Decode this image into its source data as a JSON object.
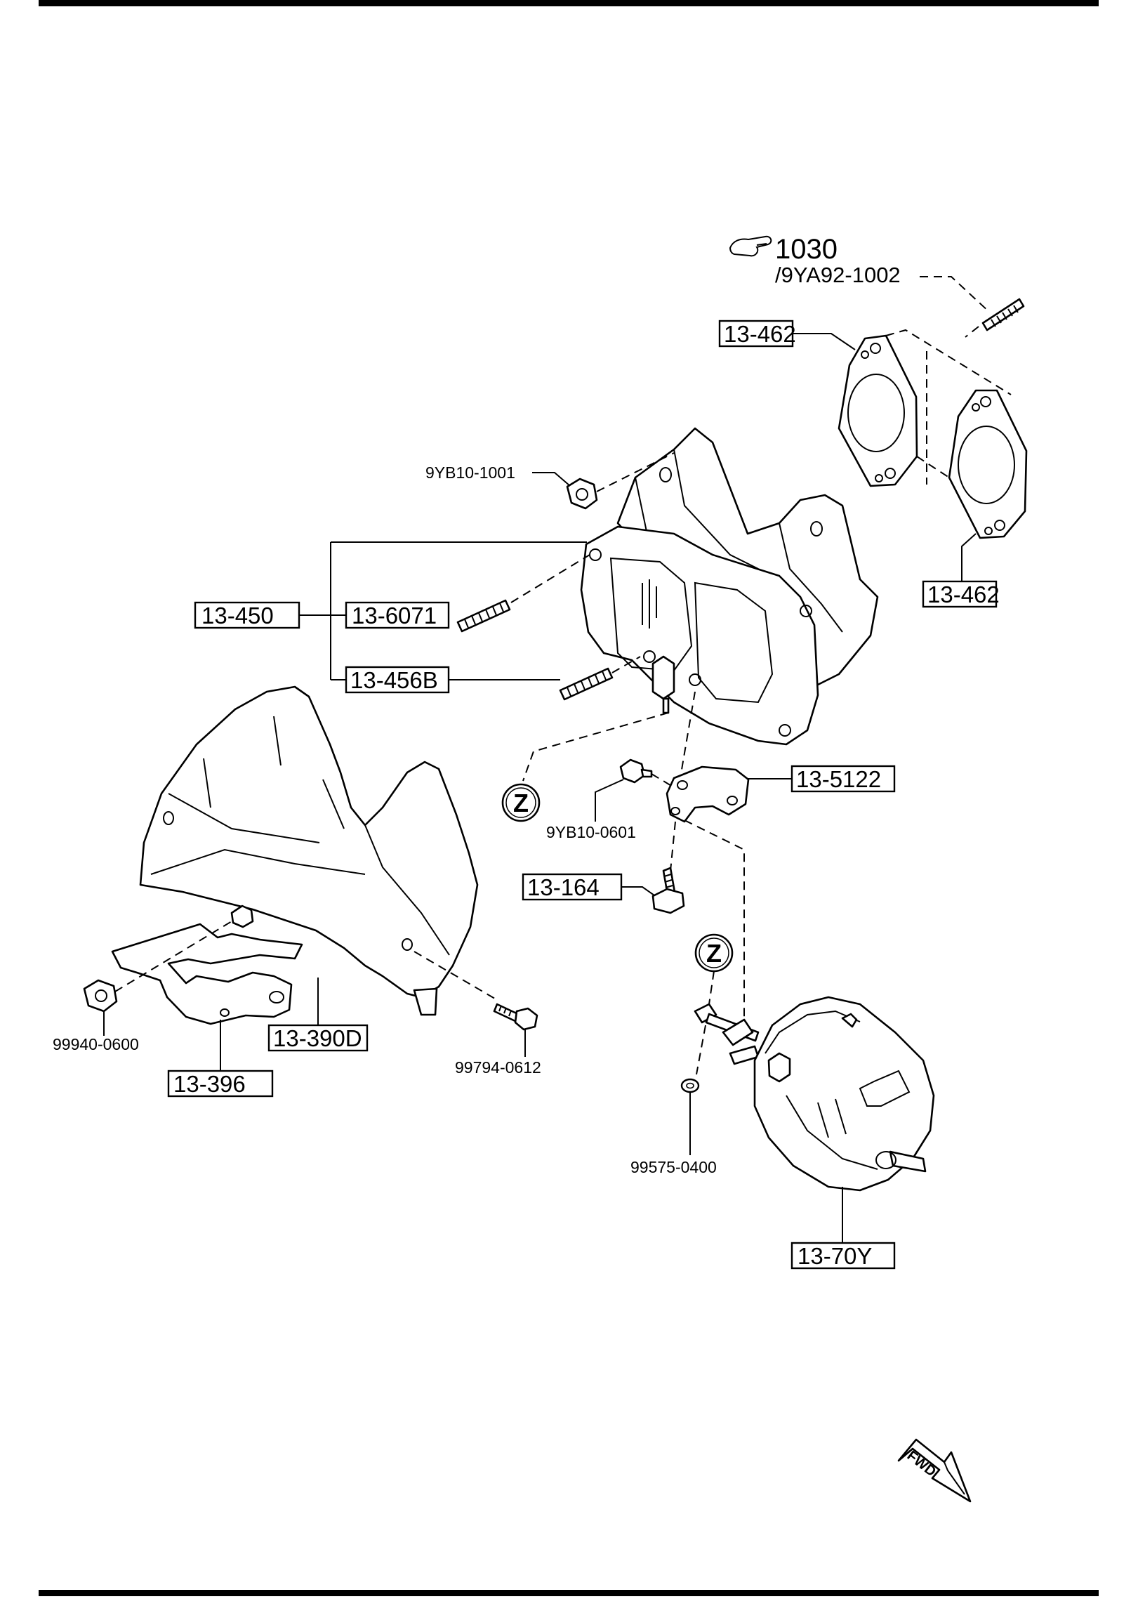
{
  "reference": {
    "icon": "pointing-hand-icon",
    "number": "1030",
    "sub_ref": "/9YA92-1002"
  },
  "part_labels": {
    "gasket_upper": "13-462",
    "gasket_lower": "13-462",
    "nut_9yb10_1001": "9YB10-1001",
    "manifold_assembly": "13-450",
    "stud_6071": "13-6071",
    "stud_456b": "13-456B",
    "bracket_5122": "13-5122",
    "nut_9yb10_0601": "9YB10-0601",
    "bolt_164": "13-164",
    "nut_99940_0600": "99940-0600",
    "insulator_390d": "13-390D",
    "insulator_396": "13-396",
    "bolt_99794_0612": "99794-0612",
    "washer_99575_0400": "99575-0400",
    "actuator_70y": "13-70Y"
  },
  "markers": {
    "z_upper": "Z",
    "z_lower": "Z"
  },
  "direction_badge": "FWD"
}
